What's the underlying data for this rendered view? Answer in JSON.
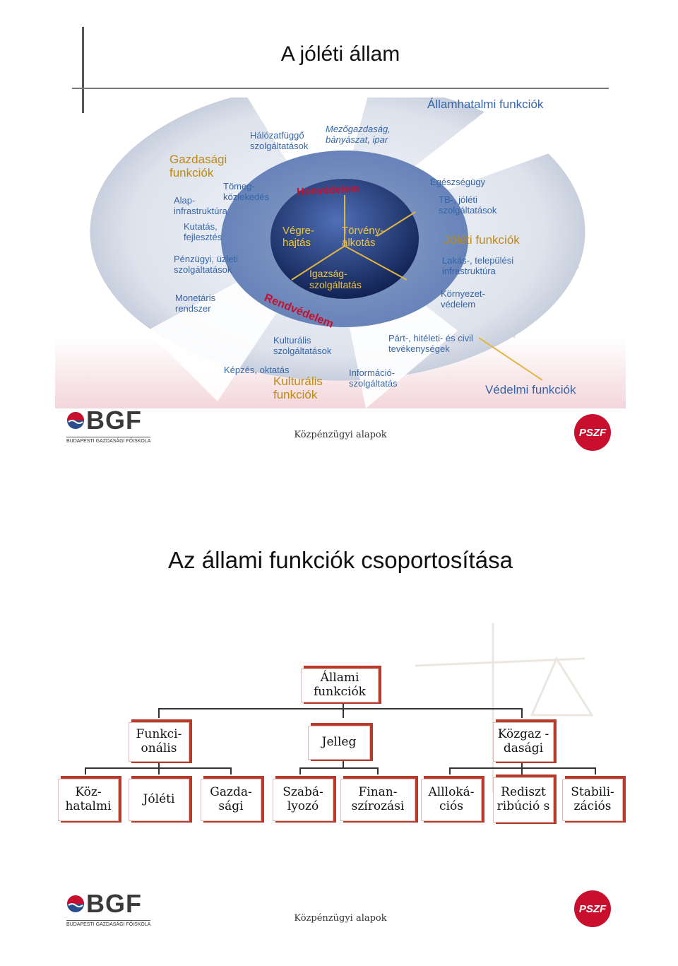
{
  "slide1": {
    "title": "A jóléti állam",
    "labels": {
      "allamhatalmi": "Államhatalmi funkciók",
      "gazdasagi": "Gazdasági funkciók",
      "halozatfuggo": "Hálózatfüggő szolgáltatások",
      "mezogazdasag": "Mezőgazdaság, bányászat, ipar",
      "tomeg": "Tömeg- közlekedés",
      "alap": "Alap- infrastruktúra",
      "kutatas": "Kutatás, fejlesztés",
      "penzugyi": "Pénzügyi, üzleti szolgáltatások",
      "monetaris": "Monetáris rendszer",
      "honvedelem": "Honvédelem",
      "vegrehajtas": "Végre- hajtás",
      "torvenyalkotas": "Törvény- alkotás",
      "igazsag": "Igazság- szolgáltatás",
      "rendvedelem": "Rendvédelem",
      "egeszsegugy": "Egészségügy",
      "tb": "TB-, jóléti szolgáltatások",
      "joleti": "Jóléti funkciók",
      "lakas": "Lakás-, települési infrastruktúra",
      "kornyezet": "Környezet- védelem",
      "kulturalis_szolg": "Kulturális szolgáltatások",
      "part": "Párt-, hitéleti- és civil tevékenységek",
      "kepzes": "Képzés, oktatás",
      "informacio": "Információ- szolgáltatás",
      "kulturalis_funk": "Kulturális funkciók",
      "vedelmi": "Védelmi funkciók"
    },
    "footer": "Közpénzügyi alapok"
  },
  "slide2": {
    "title": "Az állami funkciók csoportosítása",
    "root": "Állami funkciók",
    "level1": [
      "Funkci- onális",
      "Jelleg",
      "Közgaz -dasági"
    ],
    "level2": [
      "Köz- hatalmi",
      "Jóléti",
      "Gazda- sági",
      "Szabá- lyozó",
      "Finan- szírozási",
      "Allloká- ciós",
      "Rediszt ribúció s",
      "Stabili- zációs"
    ],
    "footer": "Közpénzügyi alapok"
  },
  "logos": {
    "bgf_name": "BGF",
    "bgf_sub": "BUDAPESTI GAZDASÁGI FŐISKOLA",
    "pszf": "PSZF"
  },
  "colors": {
    "gold": "#c08a10",
    "blue": "#3565a8",
    "red": "#c8102e",
    "box_shadow": "#b83a2b"
  }
}
